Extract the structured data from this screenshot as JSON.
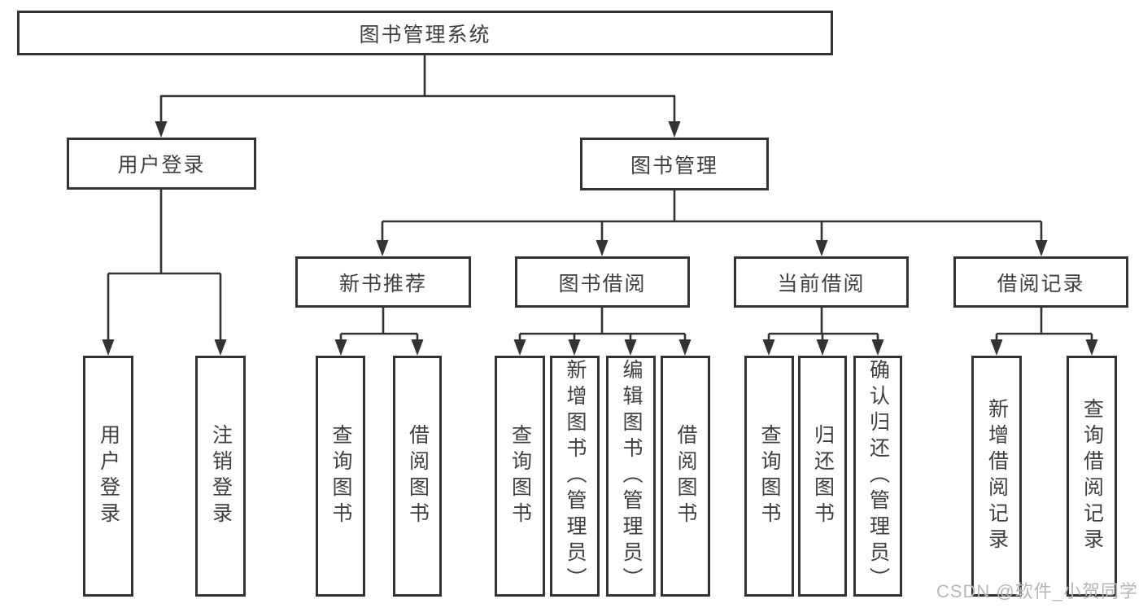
{
  "tree": {
    "label": "图书管理系统",
    "children": [
      {
        "label": "用户登录",
        "children": [
          {
            "label": "用户登录"
          },
          {
            "label": "注销登录"
          }
        ]
      },
      {
        "label": "图书管理",
        "children": [
          {
            "label": "新书推荐",
            "children": [
              {
                "label": "查询图书"
              },
              {
                "label": "借阅图书"
              }
            ]
          },
          {
            "label": "图书借阅",
            "children": [
              {
                "label": "查询图书"
              },
              {
                "label": "新增图书（管理员）"
              },
              {
                "label": "编辑图书（管理员）"
              },
              {
                "label": "借阅图书"
              }
            ]
          },
          {
            "label": "当前借阅",
            "children": [
              {
                "label": "查询图书"
              },
              {
                "label": "归还图书"
              },
              {
                "label": "确认归还（管理员）"
              }
            ]
          },
          {
            "label": "借阅记录",
            "children": [
              {
                "label": "新增借阅记录"
              },
              {
                "label": "查询借阅记录"
              }
            ]
          }
        ]
      }
    ]
  },
  "watermark": {
    "text": "CSDN @软件_小贺同学"
  },
  "colors": {
    "line_color": "#333333",
    "box_border": "#333333",
    "box_fill": "#ffffff",
    "text_color": "#3f3f3f",
    "watermark_color": "#b7b7b7",
    "background": "#ffffff"
  }
}
